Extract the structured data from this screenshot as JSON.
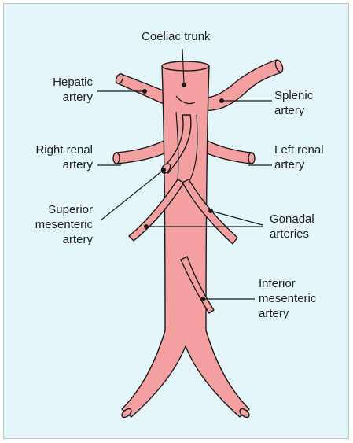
{
  "labels": {
    "coeliac_trunk": "Coeliac trunk",
    "hepatic_1": "Hepatic",
    "hepatic_2": "artery",
    "splenic_1": "Splenic",
    "splenic_2": "artery",
    "right_renal_1": "Right renal",
    "right_renal_2": "artery",
    "left_renal_1": "Left renal",
    "left_renal_2": "artery",
    "superior_1": "Superior",
    "superior_2": "mesenteric",
    "superior_3": "artery",
    "gonadal_1": "Gonadal",
    "gonadal_2": "arteries",
    "inferior_1": "Inferior",
    "inferior_2": "mesenteric",
    "inferior_3": "artery"
  },
  "colors": {
    "background": "#e5f6fb",
    "vessel_fill": "#f4a0a0",
    "vessel_outline": "#1a1a1a",
    "leader_line": "#1a1a1a"
  }
}
